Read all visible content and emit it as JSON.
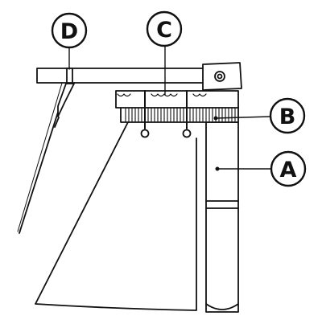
{
  "labels": {
    "A": "A",
    "B": "B",
    "C": "C",
    "D": "D"
  },
  "colors": {
    "ink": "#111111",
    "paper": "#ffffff"
  }
}
